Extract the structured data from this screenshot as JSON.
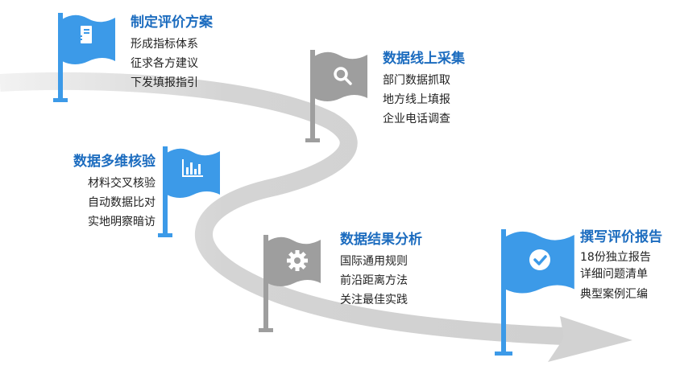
{
  "colors": {
    "blue": "#3c9ae8",
    "gray": "#9e9e9e",
    "road": "#d6d6d6",
    "title": "#1c6cbf"
  },
  "steps": [
    {
      "icon": "document-icon",
      "title": "制定评价方案",
      "items": [
        "形成指标体系",
        "征求各方建议",
        "下发填报指引"
      ]
    },
    {
      "icon": "search-icon",
      "title": "数据线上采集",
      "items": [
        "部门数据抓取",
        "地方线上填报",
        "企业电话调查"
      ]
    },
    {
      "icon": "bar-chart-icon",
      "title": "数据多维核验",
      "items": [
        "材料交叉核验",
        "自动数据比对",
        "实地明察暗访"
      ]
    },
    {
      "icon": "gear-icon",
      "title": "数据结果分析",
      "items": [
        "国际通用规则",
        "前沿距离方法",
        "关注最佳实践"
      ]
    },
    {
      "icon": "check-circle-icon",
      "title": "撰写评价报告",
      "items": [
        "18份独立报告",
        "详细问题清单",
        "典型案例汇编"
      ]
    }
  ]
}
